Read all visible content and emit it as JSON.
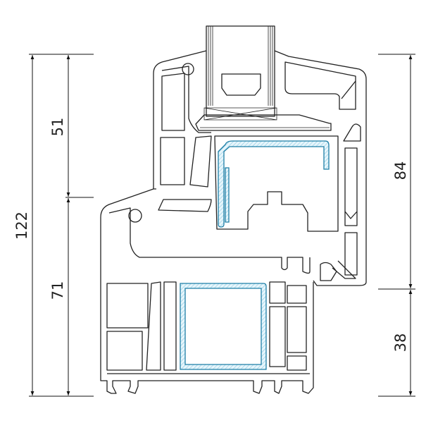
{
  "dimensions": {
    "left_total": "122",
    "left_upper": "51",
    "left_lower": "71",
    "right_upper": "84",
    "right_lower": "38"
  },
  "colors": {
    "outline": "#222222",
    "reinforcement": "#1f7fa6",
    "hatch": "#7cc3e0"
  }
}
